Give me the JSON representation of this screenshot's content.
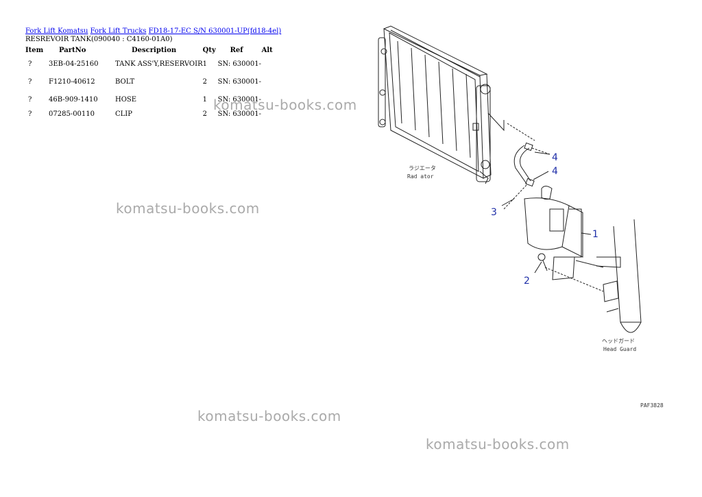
{
  "breadcrumb": {
    "link1": "Fork Lift Komatsu",
    "link2": "Fork Lift Trucks",
    "link3": "FD18-17-EC S/N 630001-UP(fd18-4el)"
  },
  "heading": "RESREVOIR TANK(090040 : C4160-01A0)",
  "table": {
    "headers": {
      "item": "Item",
      "partno": "PartNo",
      "description": "Description",
      "qty": "Qty",
      "ref": "Ref",
      "alt": "Alt"
    },
    "rows": [
      {
        "item": "?",
        "partno": "3EB-04-25160",
        "description": "TANK ASS'Y,RESERVOIR",
        "qty": "1",
        "ref": "SN: 630001-"
      },
      {
        "item": "?",
        "partno": "F1210-40612",
        "description": "BOLT",
        "qty": "2",
        "ref": "SN: 630001-"
      },
      {
        "item": "?",
        "partno": "46B-909-1410",
        "description": "HOSE",
        "qty": "1",
        "ref": "SN: 630001-"
      },
      {
        "item": "?",
        "partno": "07285-00110",
        "description": "CLIP",
        "qty": "2",
        "ref": "SN: 630001-"
      }
    ]
  },
  "diagram": {
    "label_radiator_jp": "ラジエータ",
    "label_radiator": "Rad ator",
    "label_headguard_jp": "ヘッドガード",
    "label_headguard": "Head Guard",
    "callouts": [
      "4",
      "4",
      "3",
      "1",
      "2"
    ],
    "figure_code": "PAF3828"
  },
  "watermark": "komatsu-books.com",
  "colors": {
    "link": "#0000ee",
    "callout": "#1f2fa8",
    "watermark": "#aaaaaa"
  }
}
